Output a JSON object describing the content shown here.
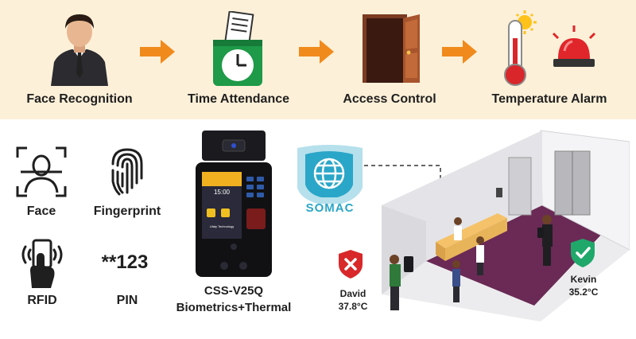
{
  "flow": {
    "steps": [
      {
        "label": "Face Recognition",
        "icon": "person-icon"
      },
      {
        "label": "Time Attendance",
        "icon": "time-card-clock-icon"
      },
      {
        "label": "Access Control",
        "icon": "open-door-icon"
      },
      {
        "label": "Temperature Alarm",
        "icon": "thermometer-alarm-icon"
      }
    ],
    "arrow_color": "#f08a1c"
  },
  "modes": {
    "face": {
      "label": "Face",
      "icon": "face-scan-icon"
    },
    "fingerprint": {
      "label": "Fingerprint",
      "icon": "fingerprint-icon"
    },
    "rfid": {
      "label": "RFID",
      "icon": "rfid-card-icon"
    },
    "pin": {
      "label": "PIN",
      "code": "**123",
      "icon": "pin-code-icon"
    }
  },
  "device": {
    "model": "CSS-V25Q",
    "subtitle": "Biometrics+Thermal",
    "screen": {
      "time": "15:00",
      "footer": "Ufaty Technology"
    }
  },
  "brand": {
    "name": "SOMAC",
    "color": "#2aa6c8"
  },
  "visitors": [
    {
      "name": "David",
      "temperature": "37.8°C",
      "status": "denied",
      "color": "#d8282a"
    },
    {
      "name": "Kevin",
      "temperature": "35.2°C",
      "status": "allowed",
      "color": "#1fa86a"
    }
  ]
}
